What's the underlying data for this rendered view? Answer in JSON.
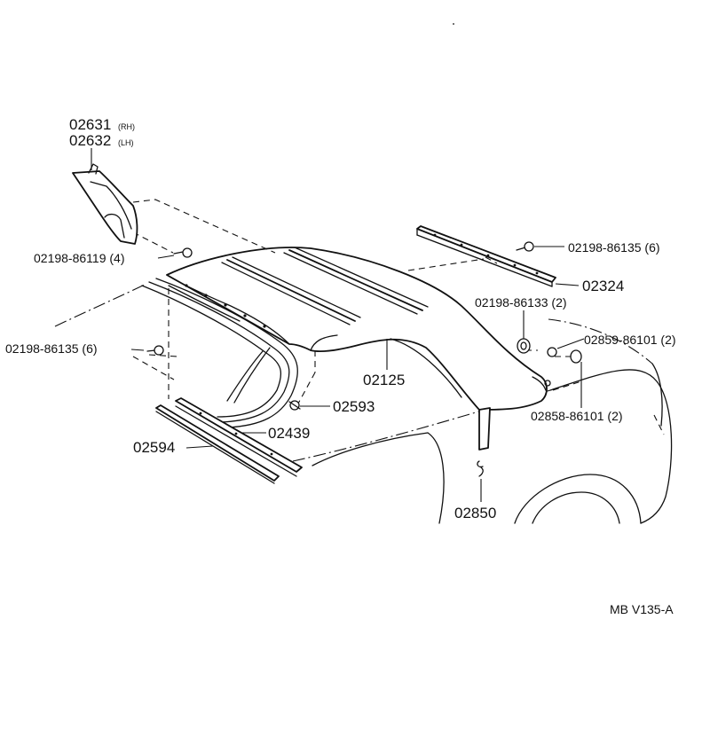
{
  "labels": {
    "p02631": "02631",
    "p02631_side": "(RH)",
    "p02632": "02632",
    "p02632_side": "(LH)",
    "p02198_86119": "02198-86119 (4)",
    "p02198_86135_right": "02198-86135 (6)",
    "p02324": "02324",
    "p02198_86133": "02198-86133 (2)",
    "p02859_86101": "02859-86101 (2)",
    "p02198_86135_left": "02198-86135 (6)",
    "p02125": "02125",
    "p02593": "02593",
    "p02858_86101": "02858-86101 (2)",
    "p02439": "02439",
    "p02594": "02594",
    "p02850": "02850"
  },
  "diagram_code": "MB V135-A"
}
